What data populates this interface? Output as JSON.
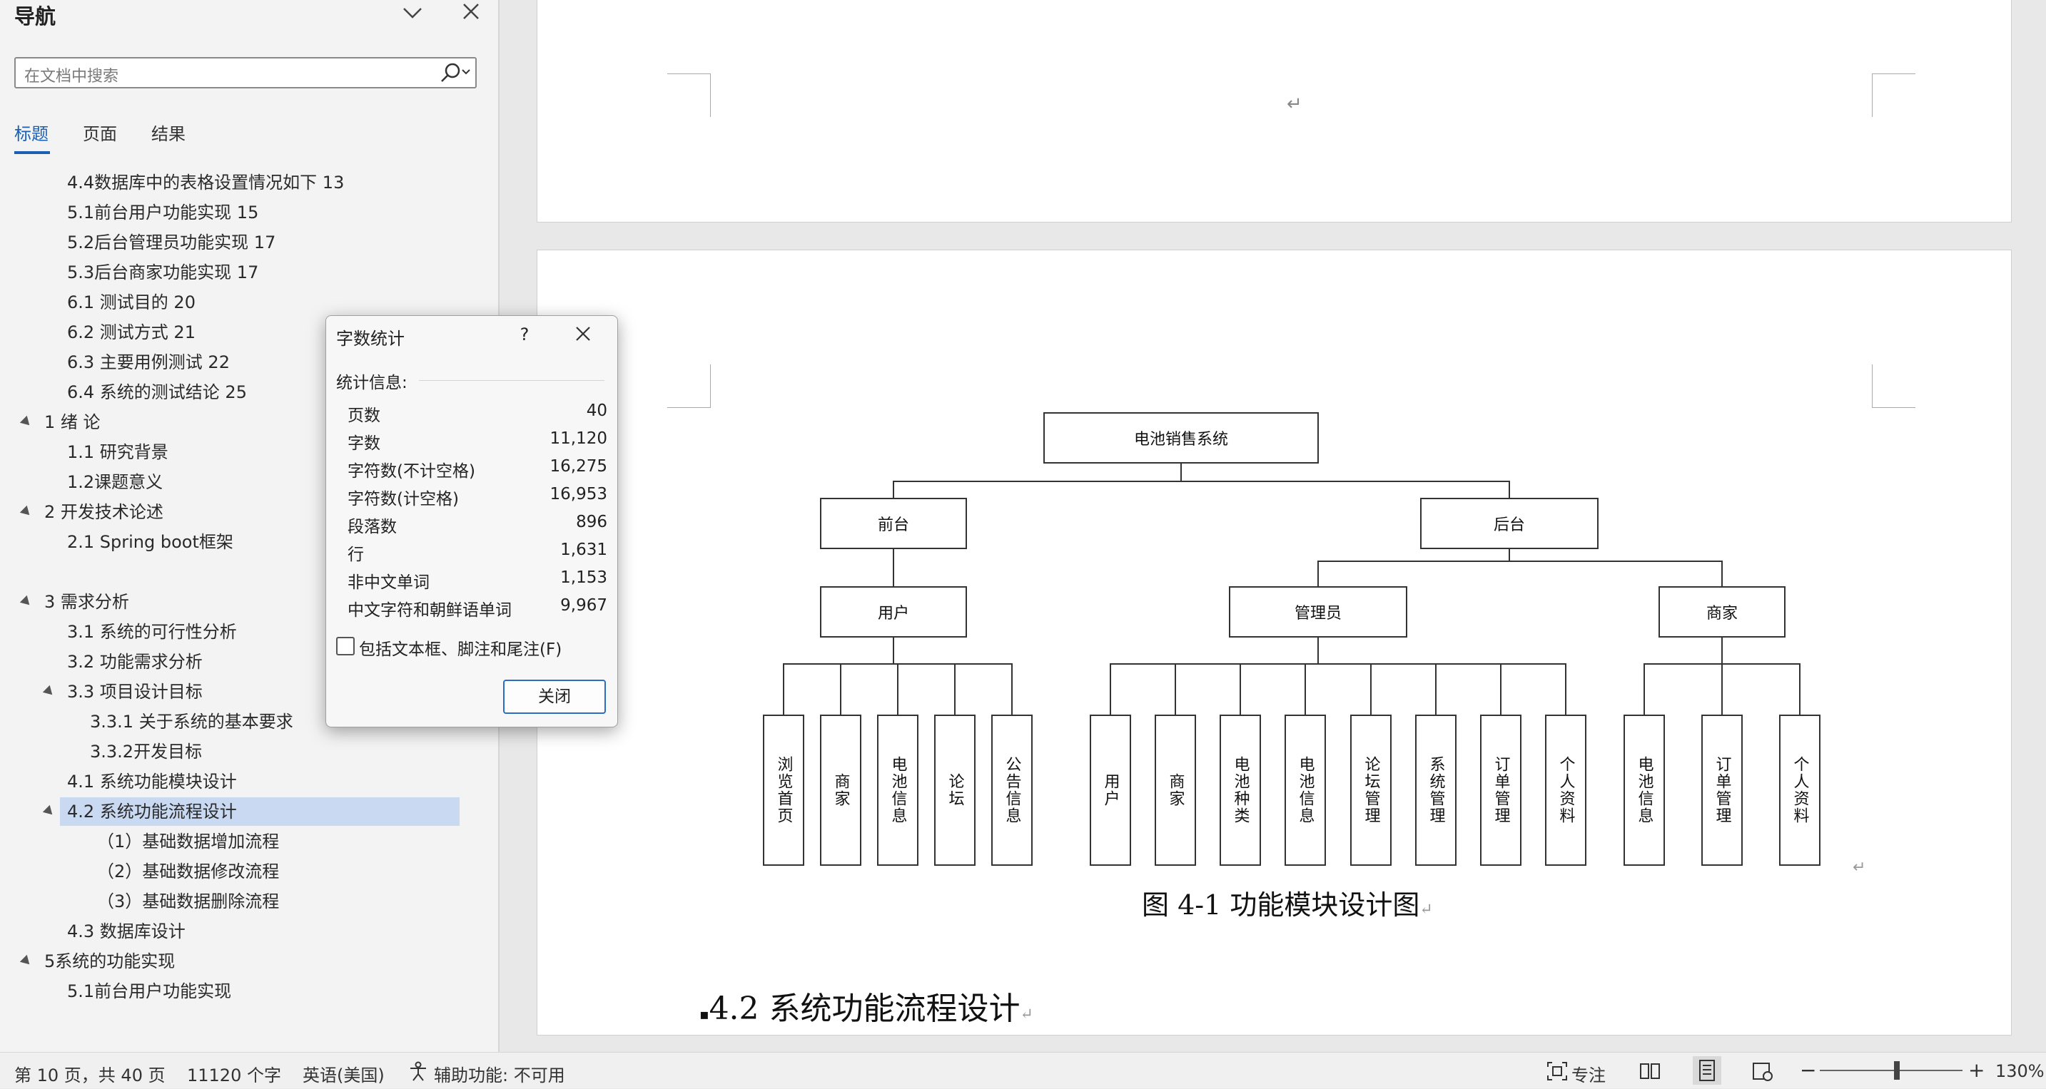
{
  "nav": {
    "title": "导航",
    "search_placeholder": "在文档中搜索",
    "tabs": [
      "标题",
      "页面",
      "结果"
    ],
    "items": [
      {
        "label": "4.4数据库中的表格设置情况如下 13"
      },
      {
        "label": "5.1前台用户功能实现 15"
      },
      {
        "label": "5.2后台管理员功能实现 17"
      },
      {
        "label": "5.3后台商家功能实现 17"
      },
      {
        "label": "6.1  测试目的 20"
      },
      {
        "label": "6.2  测试方式  21"
      },
      {
        "label": "6.3 主要用例测试 22"
      },
      {
        "label": "6.4 系统的测试结论 25"
      },
      {
        "label": "1 绪 论"
      },
      {
        "label": "1.1 研究背景"
      },
      {
        "label": "1.2课题意义"
      },
      {
        "label": "2 开发技术论述"
      },
      {
        "label": "2.1 Spring boot框架"
      },
      {
        "label": "3 需求分析"
      },
      {
        "label": "3.1 系统的可行性分析"
      },
      {
        "label": "3.2 功能需求分析"
      },
      {
        "label": "3.3 项目设计目标"
      },
      {
        "label": "3.3.1 关于系统的基本要求"
      },
      {
        "label": "3.3.2开发目标"
      },
      {
        "label": "4.1 系统功能模块设计"
      },
      {
        "label": "4.2 系统功能流程设计"
      },
      {
        "label": "（1）基础数据增加流程"
      },
      {
        "label": "（2）基础数据修改流程"
      },
      {
        "label": "（3）基础数据删除流程"
      },
      {
        "label": "4.3 数据库设计"
      },
      {
        "label": "5系统的功能实现"
      },
      {
        "label": "5.1前台用户功能实现"
      }
    ]
  },
  "dialog": {
    "title": "字数统计",
    "help": "?",
    "section": "统计信息:",
    "stats": [
      {
        "label": "页数",
        "value": "40"
      },
      {
        "label": "字数",
        "value": "11,120"
      },
      {
        "label": "字符数(不计空格)",
        "value": "16,275"
      },
      {
        "label": "字符数(计空格)",
        "value": "16,953"
      },
      {
        "label": "段落数",
        "value": "896"
      },
      {
        "label": "行",
        "value": "1,631"
      },
      {
        "label": "非中文单词",
        "value": "1,153"
      },
      {
        "label": "中文字符和朝鲜语单词",
        "value": "9,967"
      }
    ],
    "checkbox_label": "包括文本框、脚注和尾注(F)",
    "close_button": "关闭"
  },
  "document": {
    "top_mark": "↵",
    "chart": {
      "root": "电池销售系统",
      "front": "前台",
      "back": "后台",
      "user": "用户",
      "admin": "管理员",
      "merchant": "商家",
      "user_leaves": [
        "浏览首页",
        "商家",
        "电池信息",
        "论坛",
        "公告信息"
      ],
      "admin_leaves": [
        "用户",
        "商家",
        "电池种类",
        "电池信息",
        "论坛管理",
        "系统管理",
        "订单管理",
        "个人资料"
      ],
      "merchant_leaves": [
        "电池信息",
        "订单管理",
        "个人资料"
      ]
    },
    "caption": "图 4-1  功能模块设计图",
    "heading": "4.2  系统功能流程设计",
    "para_mark": "↵"
  },
  "status": {
    "page": "第 10 页，共 40 页",
    "words": "11120 个字",
    "language": "英语(美国)",
    "accessibility": "辅助功能: 不可用",
    "focus": "专注",
    "zoom": "130%"
  }
}
